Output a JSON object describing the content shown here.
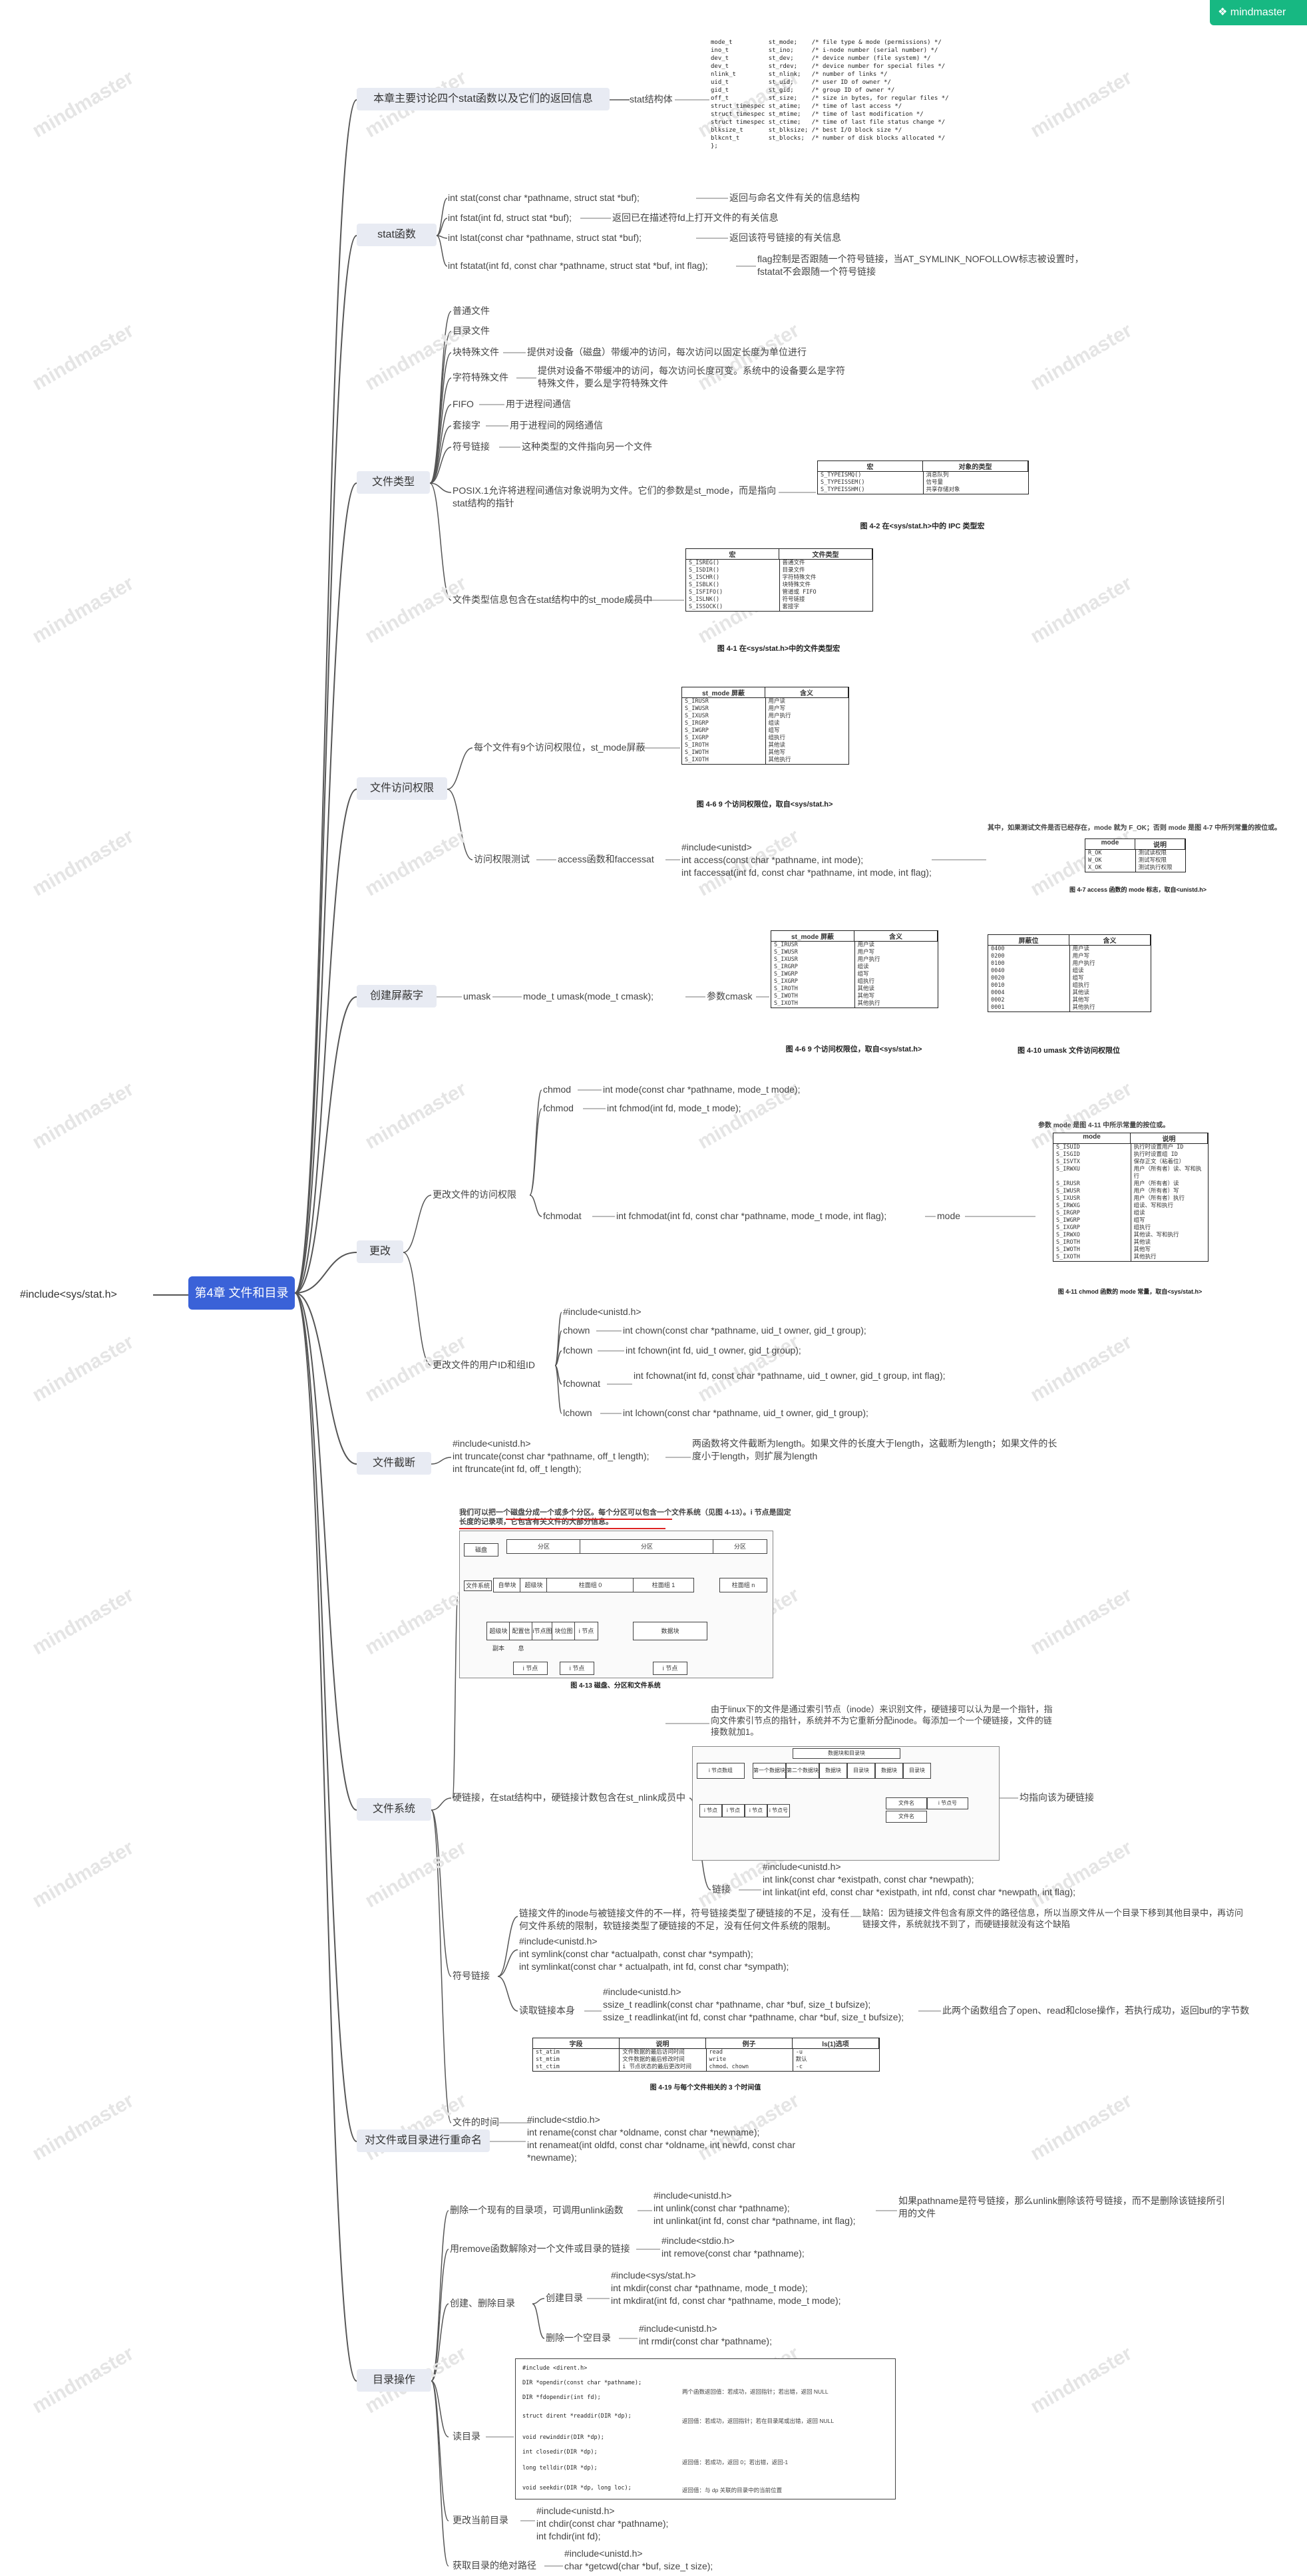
{
  "brand": {
    "name": "mindmaster",
    "color": "#17b882"
  },
  "watermark": "mindmaster",
  "root": {
    "left_label": "#include<sys/stat.h>",
    "title": "第4章 文件和目录",
    "color": "#3a62d8"
  },
  "branches": {
    "stat_struct": {
      "label": "本章主要讨论四个stat函数以及它们的返回信息",
      "sub": "stat结构体",
      "code": [
        "mode_t          st_mode;    /* file type & mode (permissions) */",
        "ino_t           st_ino;     /* i-node number (serial number) */",
        "dev_t           st_dev;     /* device number (file system) */",
        "dev_t           st_rdev;    /* device number for special files */",
        "nlink_t         st_nlink;   /* number of links */",
        "uid_t           st_uid;     /* user ID of owner */",
        "gid_t           st_gid;     /* group ID of owner */",
        "off_t           st_size;    /* size in bytes, for regular files */",
        "struct timespec st_atime;   /* time of last access */",
        "struct timespec st_mtime;   /* time of last modification */",
        "struct timespec st_ctime;   /* time of last file status change */",
        "blksize_t       st_blksize; /* best I/O block size */",
        "blkcnt_t        st_blocks;  /* number of disk blocks allocated */",
        "};"
      ]
    },
    "stat_funcs": {
      "label": "stat函数",
      "items": [
        {
          "sig": "int stat(const char *pathname, struct stat *buf);",
          "desc": "返回与命名文件有关的信息结构"
        },
        {
          "sig": "int fstat(int fd, struct stat *buf);",
          "desc": "返回已在描述符fd上打开文件的有关信息"
        },
        {
          "sig": "int lstat(const char *pathname, struct stat *buf);",
          "desc": "返回该符号链接的有关信息"
        },
        {
          "sig": "int fstatat(int fd, const char *pathname, struct stat *buf, int flag);",
          "desc": "flag控制是否跟随一个符号链接，当AT_SYMLINK_NOFOLLOW标志被设置时，fstatat不会跟随一个符号链接"
        }
      ]
    },
    "file_types": {
      "label": "文件类型",
      "items": [
        {
          "name": "普通文件",
          "desc": ""
        },
        {
          "name": "目录文件",
          "desc": ""
        },
        {
          "name": "块特殊文件",
          "desc": "提供对设备（磁盘）带缓冲的访问，每次访问以固定长度为单位进行"
        },
        {
          "name": "字符特殊文件",
          "desc": "提供对设备不带缓冲的访问，每次访问长度可变。系统中的设备要么是字符特殊文件，要么是字符特殊文件"
        },
        {
          "name": "FIFO",
          "desc": "用于进程间通信"
        },
        {
          "name": "套接字",
          "desc": "用于进程间的网络通信"
        },
        {
          "name": "符号链接",
          "desc": "这种类型的文件指向另一个文件"
        }
      ],
      "posix_note": "POSIX.1允许将进程间通信对象说明为文件。它们的参数是st_mode，而是指向stat结构的指针",
      "table_ipc": {
        "head": [
          "宏",
          "对象的类型"
        ],
        "rows": [
          [
            "S_TYPEISMQ()",
            "消息队列"
          ],
          [
            "S_TYPEISSEM()",
            "信号量"
          ],
          [
            "S_TYPEISSHM()",
            "共享存储对象"
          ]
        ],
        "caption": "图 4-2  在<sys/stat.h>中的 IPC 类型宏"
      },
      "mode_note": "文件类型信息包含在stat结构中的st_mode成员中",
      "table_type": {
        "head": [
          "宏",
          "文件类型"
        ],
        "rows": [
          [
            "S_ISREG()",
            "普通文件"
          ],
          [
            "S_ISDIR()",
            "目录文件"
          ],
          [
            "S_ISCHR()",
            "字符特殊文件"
          ],
          [
            "S_ISBLK()",
            "块特殊文件"
          ],
          [
            "S_ISFIFO()",
            "管道或 FIFO"
          ],
          [
            "S_ISLNK()",
            "符号链接"
          ],
          [
            "S_ISSOCK()",
            "套接字"
          ]
        ],
        "caption": "图 4-1  在<sys/stat.h>中的文件类型宏"
      }
    },
    "access": {
      "label": "文件访问权限",
      "perm_note": "每个文件有9个访问权限位，st_mode屏蔽",
      "table_perm": {
        "head": [
          "st_mode 屏蔽",
          "含义"
        ],
        "rows": [
          [
            "S_IRUSR",
            "用户读"
          ],
          [
            "S_IWUSR",
            "用户写"
          ],
          [
            "S_IXUSR",
            "用户执行"
          ],
          [
            "S_IRGRP",
            "组读"
          ],
          [
            "S_IWGRP",
            "组写"
          ],
          [
            "S_IXGRP",
            "组执行"
          ],
          [
            "S_IROTH",
            "其他读"
          ],
          [
            "S_IWOTH",
            "其他写"
          ],
          [
            "S_IXOTH",
            "其他执行"
          ]
        ],
        "caption": "图 4-6  9 个访问权限位，取自<sys/stat.h>"
      },
      "test_label": "访问权限测试",
      "test_func": "access函数和faccessat",
      "code": [
        "#include<unistd>",
        "int access(const char *pathname, int mode);",
        "int faccessat(int fd, const char *pathname, int mode, int flag);"
      ],
      "side_note": "其中，如果测试文件是否已经存在，mode 就为 F_OK；否则 mode 是图 4-7 中所列常量的按位或。",
      "table_mode": {
        "head": [
          "mode",
          "说明"
        ],
        "rows": [
          [
            "R_OK",
            "测试读权限"
          ],
          [
            "W_OK",
            "测试写权限"
          ],
          [
            "X_OK",
            "测试执行权限"
          ]
        ],
        "caption": "图 4-7  access 函数的 mode 标志，取自<unistd.h>"
      }
    },
    "umask": {
      "label": "创建屏蔽字",
      "sub": "umask",
      "func": "mode_t umask(mode_t cmask);",
      "param": "参数cmask",
      "table_perm": {
        "head": [
          "st_mode 屏蔽",
          "含义"
        ],
        "rows": [
          [
            "S_IRUSR",
            "用户读"
          ],
          [
            "S_IWUSR",
            "用户写"
          ],
          [
            "S_IXUSR",
            "用户执行"
          ],
          [
            "S_IRGRP",
            "组读"
          ],
          [
            "S_IWGRP",
            "组写"
          ],
          [
            "S_IXGRP",
            "组执行"
          ],
          [
            "S_IROTH",
            "其他读"
          ],
          [
            "S_IWOTH",
            "其他写"
          ],
          [
            "S_IXOTH",
            "其他执行"
          ]
        ],
        "caption": "图 4-6  9 个访问权限位，取自<sys/stat.h>"
      },
      "table_umask": {
        "head": [
          "屏蔽位",
          "含义"
        ],
        "rows": [
          [
            "0400",
            "用户读"
          ],
          [
            "0200",
            "用户写"
          ],
          [
            "0100",
            "用户执行"
          ],
          [
            "0040",
            "组读"
          ],
          [
            "0020",
            "组写"
          ],
          [
            "0010",
            "组执行"
          ],
          [
            "0004",
            "其他读"
          ],
          [
            "0002",
            "其他写"
          ],
          [
            "0001",
            "其他执行"
          ]
        ],
        "caption": "图 4-10  umask 文件访问权限位"
      }
    },
    "change": {
      "label": "更改",
      "perm_label": "更改文件的访问权限",
      "chmod": [
        {
          "name": "chmod",
          "sig": "int mode(const char *pathname, mode_t mode);"
        },
        {
          "name": "fchmod",
          "sig": "int fchmod(int fd, mode_t mode);"
        },
        {
          "name": "fchmodat",
          "sig": "int fchmodat(int fd, const char *pathname, mode_t mode, int flag);"
        }
      ],
      "mode_word": "mode",
      "mode_note": "参数 mode 是图 4-11 中所示常量的按位或。",
      "table_chmod": {
        "head": [
          "mode",
          "说明"
        ],
        "rows": [
          [
            "S_ISUID",
            "执行时设置用户 ID"
          ],
          [
            "S_ISGID",
            "执行时设置组 ID"
          ],
          [
            "S_ISVTX",
            "保存正文（粘着位）"
          ],
          [
            "S_IRWXU",
            "用户（所有者）读、写和执行"
          ],
          [
            "S_IRUSR",
            "用户（所有者）读"
          ],
          [
            "S_IWUSR",
            "用户（所有者）写"
          ],
          [
            "S_IXUSR",
            "用户（所有者）执行"
          ],
          [
            "S_IRWXG",
            "组读、写和执行"
          ],
          [
            "S_IRGRP",
            "组读"
          ],
          [
            "S_IWGRP",
            "组写"
          ],
          [
            "S_IXGRP",
            "组执行"
          ],
          [
            "S_IRWXO",
            "其他读、写和执行"
          ],
          [
            "S_IROTH",
            "其他读"
          ],
          [
            "S_IWOTH",
            "其他写"
          ],
          [
            "S_IXOTH",
            "其他执行"
          ]
        ],
        "caption": "图 4-11  chmod 函数的 mode 常量，取自<sys/stat.h>"
      },
      "owner_label": "更改文件的用户ID和组ID",
      "include": "#include<unistd.h>",
      "chown": [
        {
          "name": "chown",
          "sig": "int chown(const char *pathname, uid_t owner, gid_t group);"
        },
        {
          "name": "fchown",
          "sig": "int fchown(int fd, uid_t owner, gid_t group);"
        },
        {
          "name": "fchownat",
          "sig": "int fchownat(int fd, const char *pathname, uid_t owner, gid_t group, int flag);"
        },
        {
          "name": "lchown",
          "sig": "int lchown(const char *pathname, uid_t owner, gid_t group);"
        }
      ]
    },
    "truncate": {
      "label": "文件截断",
      "code": [
        "#include<unistd.h>",
        "int truncate(const char *pathname, off_t length);",
        "int ftruncate(int fd, off_t length);"
      ],
      "desc": "两函数将文件截断为length。如果文件的长度大于length，这截断为length；如果文件的长度小于length，则扩展为length"
    },
    "fs": {
      "label": "文件系统",
      "fig_note": "我们可以把一个磁盘分成一个或多个分区。每个分区可以包含一个文件系统（见图 4-13）。i 节点是固定长度的记录项，它包含有关文件的大部分信息。",
      "fig_caption": "图 4-13  磁盘、分区和文件系统",
      "fig_labels": [
        "磁盘",
        "分区",
        "分区",
        "分区",
        "文件系统",
        "自举块",
        "超级块",
        "柱面组 0",
        "柱面组 1",
        "柱面组 n",
        "超级块副本",
        "配置信息",
        "i节点图",
        "块位图",
        "i 节点",
        "数据块",
        "i 节点",
        "i 节点",
        "i 节点"
      ],
      "link_note": "由于linux下的文件是通过索引节点（inode）来识别文件，硬链接可以认为是一个指针，指向文件索引节点的指针，系统并不为它重新分配inode。每添加一个一个硬链接，文件的链接数就加1。",
      "fig2_labels": [
        "数据块和目录块",
        "i 节点数组",
        "第一个数据块",
        "第二个数据块",
        "数据块",
        "目录块",
        "数据块",
        "目录块",
        "i 节点",
        "i 节点",
        "i 节点",
        "i 节点号",
        "文件名",
        "i 节点号",
        "文件名"
      ],
      "hard_link": "硬链接，在stat结构中，硬链接计数包含在st_nlink成员中",
      "hard_side": "均指向该为硬链接",
      "link_label": "链接",
      "link_code": [
        "#include<unistd.h>",
        "int link(const char *existpath, const char *newpath);",
        "int linkat(int efd, const char *existpath, int nfd, const char *newpath, int flag);"
      ],
      "sym_label": "符号链接",
      "sym_desc": "链接文件的inode与被链接文件的不一样，符号链接类型了硬链接的不足，没有任何文件系统的限制，软链接类型了硬链接的不足，没有任何文件系统的限制。",
      "sym_right": "缺陷：因为链接文件包含有原文件的路径信息，所以当原文件从一个目录下移到其他目录中，再访问链接文件，系统就找不到了，而硬链接就没有这个缺陷",
      "sym_code": [
        "#include<unistd.h>",
        "int symlink(const char *actualpath, const char *sympath);",
        "int symlinkat(const char * actualpath, int fd, const char *sympath);"
      ],
      "read_label": "读取链接本身",
      "read_code": [
        "#include<unistd.h>",
        "ssize_t readlink(const char *pathname, char *buf, size_t bufsize);",
        "ssize_t readlinkat(int fd, const char *pathname, char *buf, size_t bufsize);"
      ],
      "read_note": "此两个函数组合了open、read和close操作，若执行成功，返回buf的字节数",
      "time_label": "文件的时间",
      "table_time": {
        "head": [
          "字段",
          "说明",
          "例子",
          "ls(1)选项"
        ],
        "rows": [
          [
            "st_atim",
            "文件数据的最后访问时间",
            "read",
            "-u"
          ],
          [
            "st_mtim",
            "文件数据的最后修改时间",
            "write",
            "默认"
          ],
          [
            "st_ctim",
            "i 节点状态的最后更改时间",
            "chmod、chown",
            "-c"
          ]
        ],
        "caption": "图 4-19  与每个文件相关的 3 个时间值"
      }
    },
    "rename": {
      "label": "对文件或目录进行重命名",
      "code": [
        "#include<stdio.h>",
        "int rename(const char *oldname, const char *newname);",
        "int renameat(int oldfd, const char *oldname, int newfd, const char *newname);"
      ]
    },
    "dir": {
      "label": "目录操作",
      "unlink_label": "删除一个现有的目录项，可调用unlink函数",
      "unlink_code": [
        "#include<unistd.h>",
        "int unlink(const char *pathname);",
        "int unlinkat(int fd, const char *pathname, int flag);"
      ],
      "unlink_note": "如果pathname是符号链接，那么unlink删除该符号链接，而不是删除该链接所引用的文件",
      "remove_label": "用remove函数解除对一个文件或目录的链接",
      "remove_code": [
        "#include<stdio.h>",
        "int remove(const char *pathname);"
      ],
      "mk_label": "创建、删除目录",
      "mkdir_label": "创建目录",
      "mkdir_code": [
        "#include<sys/stat.h>",
        "int mkdir(const char *pathname, mode_t mode);",
        "int mkdirat(int fd, const char *pathname, mode_t mode);"
      ],
      "rmdir_label": "删除一个空目录",
      "rmdir_code": [
        "#include<unistd.h>",
        "int rmdir(const char *pathname);"
      ],
      "read_label": "读目录",
      "read_code": [
        "#include <dirent.h>",
        "DIR *opendir(const char *pathname);",
        "DIR *fdopendir(int fd);",
        "struct dirent *readdir(DIR *dp);",
        "void rewinddir(DIR *dp);",
        "int closedir(DIR *dp);",
        "long telldir(DIR *dp);",
        "void seekdir(DIR *dp, long loc);"
      ],
      "read_notes": [
        "两个函数返回值：若成功，返回指针；若出错，返回 NULL",
        "返回值：若成功，返回指针；若在目录尾或出错，返回 NULL",
        "返回值：若成功，返回 0；若出错，返回-1",
        "返回值：与 dp 关联的目录中的当前位置"
      ],
      "chdir_label": "更改当前目录",
      "chdir_code": [
        "#include<unistd.h>",
        "int chdir(const char *pathname);",
        "int fchdir(int fd);"
      ],
      "cwd_label": "获取目录的绝对路径",
      "cwd_code": [
        "#include<unistd.h>",
        "char *getcwd(char *buf, size_t size);"
      ]
    }
  }
}
